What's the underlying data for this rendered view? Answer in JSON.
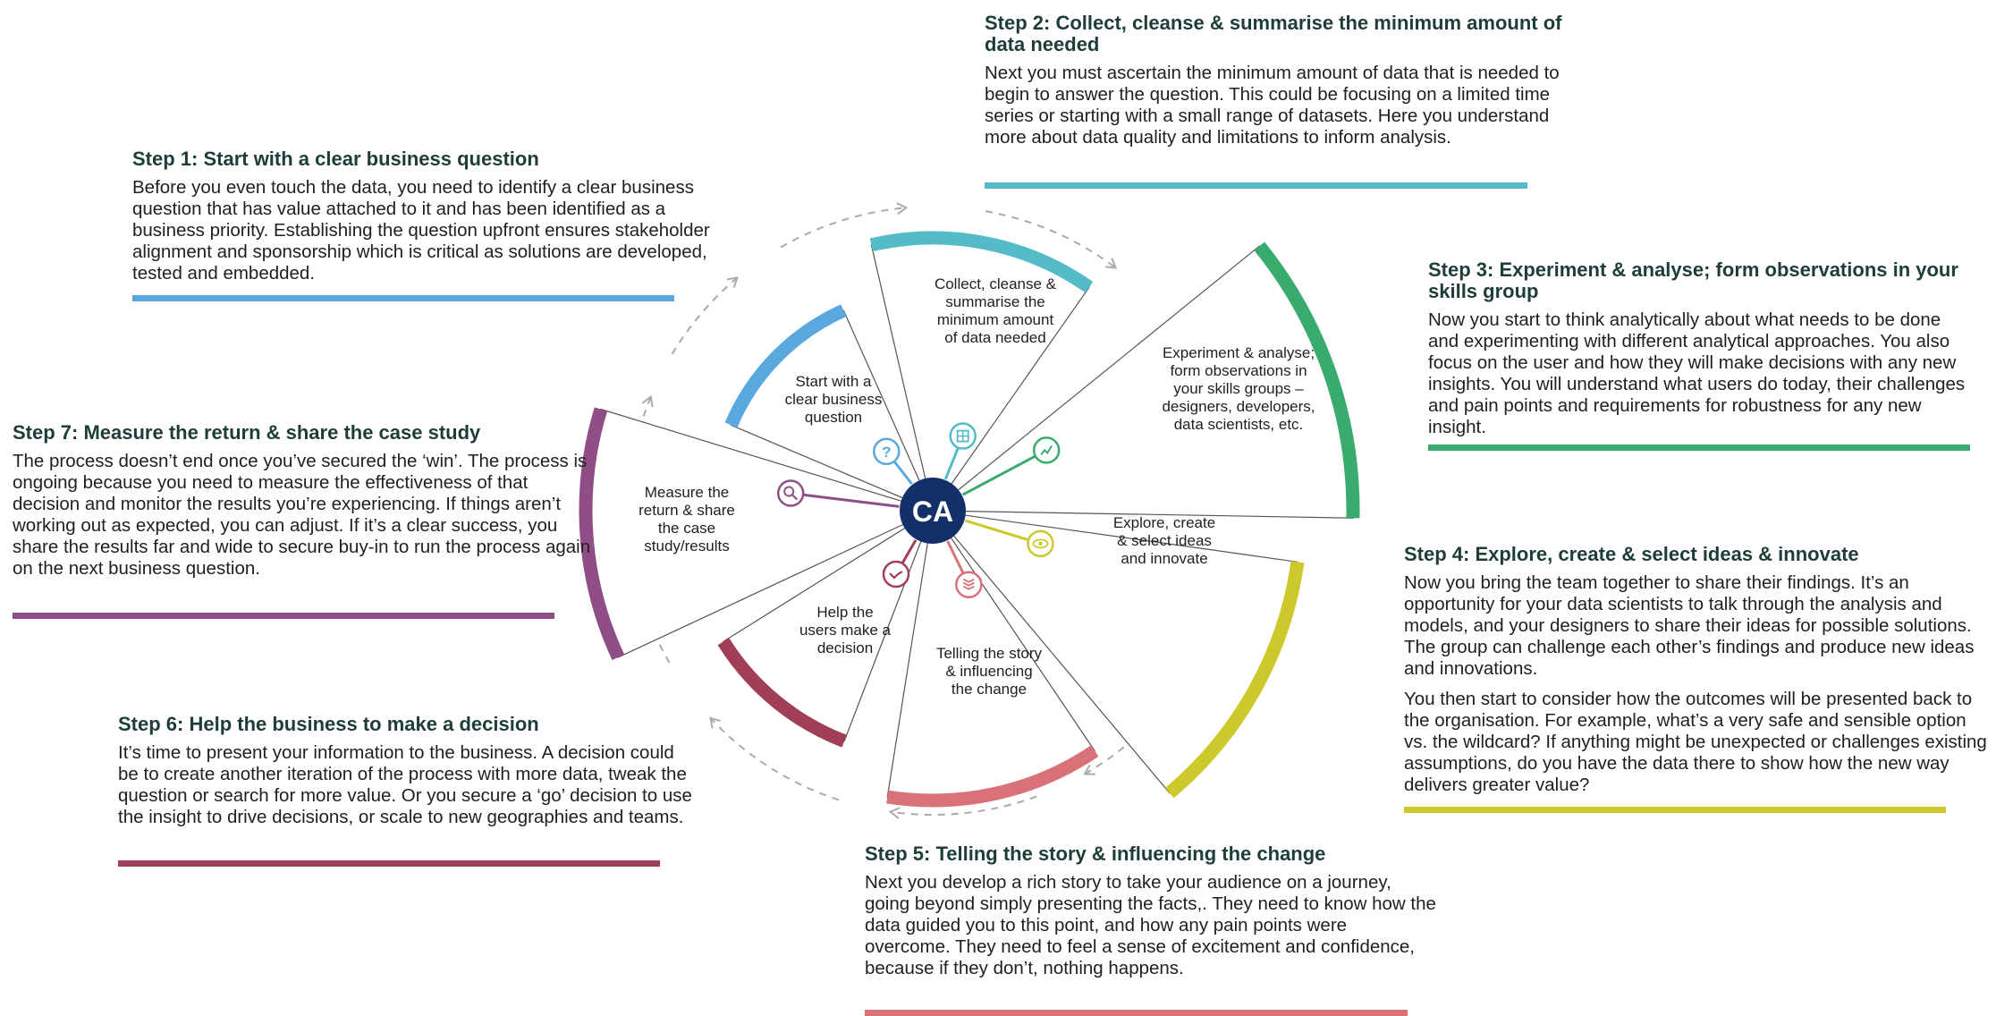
{
  "center_logo": "CA",
  "colors": {
    "step1": "#5aa9de",
    "step2": "#53bcc7",
    "step3": "#3aab6e",
    "step4": "#cdc92c",
    "step5": "#d87278",
    "step6": "#a13f58",
    "step7": "#8f4f86",
    "heading": "#1e3d3a",
    "navy": "#14306b"
  },
  "steps": [
    {
      "heading": "Step 1: Start with a clear business question",
      "paragraphs": [
        "Before you even touch the data, you need to identify a clear business question that has value attached to it and has been identified as a business priority. Establishing the question upfront ensures stakeholder alignment and sponsorship which is critical as solutions are developed, tested and embedded."
      ],
      "segment_label": [
        "Start with a",
        "clear business",
        "question"
      ],
      "icon": "question-icon"
    },
    {
      "heading": "Step 2: Collect, cleanse & summarise the minimum amount of data needed",
      "paragraphs": [
        "Next you must ascertain the minimum amount of data that is needed to begin to answer the question. This could be focusing on a limited time series or starting with a small range of datasets. Here you understand more about data quality and limitations to inform analysis."
      ],
      "segment_label": [
        "Collect, cleanse &",
        "summarise the",
        "minimum amount",
        "of data needed"
      ],
      "icon": "data-grid-icon"
    },
    {
      "heading": "Step 3: Experiment & analyse; form observations in your skills group",
      "paragraphs": [
        "Now you start to think analytically about what needs to be done and experimenting with different analytical approaches. You also focus on the user and how they will make decisions with any new insights. You will understand what users do today, their challenges and pain points and requirements for robustness for any new insight."
      ],
      "segment_label": [
        "Experiment & analyse;",
        "form observations in",
        "your skills groups –",
        "designers, developers,",
        "data scientists, etc."
      ],
      "icon": "line-chart-icon"
    },
    {
      "heading": "Step 4: Explore, create & select ideas & innovate",
      "paragraphs": [
        "Now you bring the team together to share their findings. It’s an opportunity for your data scientists to talk through the analysis and models, and your designers to share their ideas for possible solutions. The group can challenge each other’s findings and produce new ideas and innovations.",
        "You then start to consider how the outcomes will be presented back to the organisation. For example, what’s a very safe and sensible option vs. the wildcard? If anything might be unexpected or challenges existing assumptions, do you have the data there to show how the new way delivers greater value?"
      ],
      "segment_label": [
        "Explore, create",
        "& select ideas",
        "and innovate"
      ],
      "icon": "eye-icon"
    },
    {
      "heading": "Step 5: Telling the story & influencing the change",
      "paragraphs": [
        "Next you develop a rich story to take your audience on a journey, going beyond simply presenting the facts,. They need to know how the data guided you to this point, and how any pain points were overcome. They need to feel a sense of excitement and confidence, because if they don’t, nothing happens."
      ],
      "segment_label": [
        "Telling the story",
        "& influencing",
        "the change"
      ],
      "icon": "layers-icon"
    },
    {
      "heading": "Step 6: Help the business to make a decision",
      "paragraphs": [
        "It’s time to present your information to the business. A decision could be to create another iteration of the process with more data, tweak the question or search for more value. Or you secure a ‘go’ decision to use the insight to drive decisions, or scale to new geographies and teams."
      ],
      "segment_label": [
        "Help the",
        "users make a",
        "decision"
      ],
      "icon": "handshake-icon"
    },
    {
      "heading": "Step 7: Measure the return & share the case study",
      "paragraphs": [
        "The process doesn’t end once you’ve secured the ‘win’. The process is ongoing because you need to measure the effectiveness of that decision and monitor the results you’re experiencing. If things aren’t working out as expected, you can adjust. If it’s a clear success, you share the results far and wide to secure buy-in to run the process again on the next business question."
      ],
      "segment_label": [
        "Measure the",
        "return & share",
        "the case",
        "study/results"
      ],
      "icon": "magnifier-icon"
    }
  ]
}
